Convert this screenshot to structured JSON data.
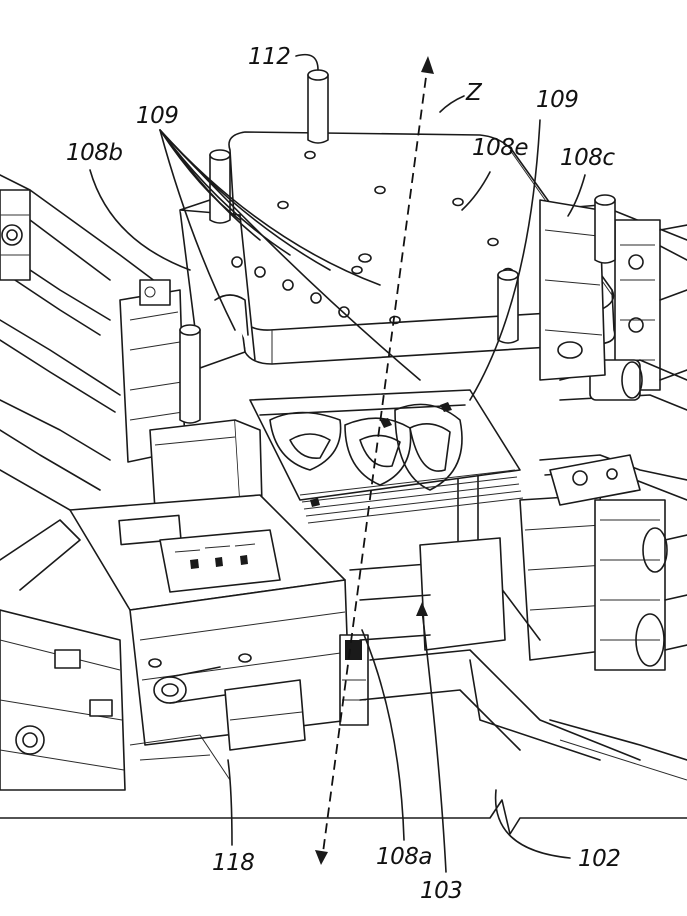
{
  "figure": {
    "labels": {
      "l112": "112",
      "lz": "Z",
      "l109_right": "109",
      "l109_left": "109",
      "l108b": "108b",
      "l108e": "108e",
      "l108c": "108c",
      "l118": "118",
      "l108a": "108a",
      "l102": "102",
      "l103": "103"
    },
    "colors": {
      "ink": "#1a1a1a",
      "paper": "#ffffff"
    }
  }
}
